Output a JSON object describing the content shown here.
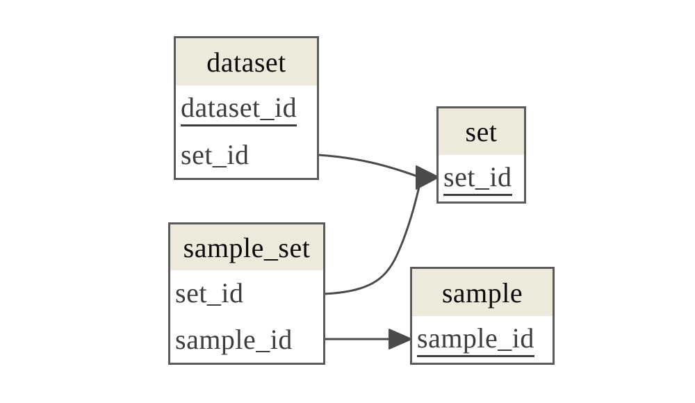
{
  "diagram": {
    "type": "er-diagram",
    "colors": {
      "background": "#ffffff",
      "header_fill": "#edeadb",
      "border": "#5a5a5a",
      "title_text": "#0a0a0a",
      "field_text": "#3d3d3d",
      "arrow": "#4a4a4a"
    },
    "tables": [
      {
        "title": "dataset",
        "fields": [
          {
            "name": "dataset_id",
            "primary_key": true
          },
          {
            "name": "set_id",
            "primary_key": false
          }
        ]
      },
      {
        "title": "set",
        "fields": [
          {
            "name": "set_id",
            "primary_key": true
          }
        ]
      },
      {
        "title": "sample_set",
        "fields": [
          {
            "name": "set_id",
            "primary_key": false
          },
          {
            "name": "sample_id",
            "primary_key": false
          }
        ]
      },
      {
        "title": "sample",
        "fields": [
          {
            "name": "sample_id",
            "primary_key": true
          }
        ]
      }
    ],
    "relations": [
      {
        "from": "dataset.set_id",
        "to": "set.set_id"
      },
      {
        "from": "sample_set.set_id",
        "to": "set.set_id"
      },
      {
        "from": "sample_set.sample_id",
        "to": "sample.sample_id"
      }
    ]
  }
}
